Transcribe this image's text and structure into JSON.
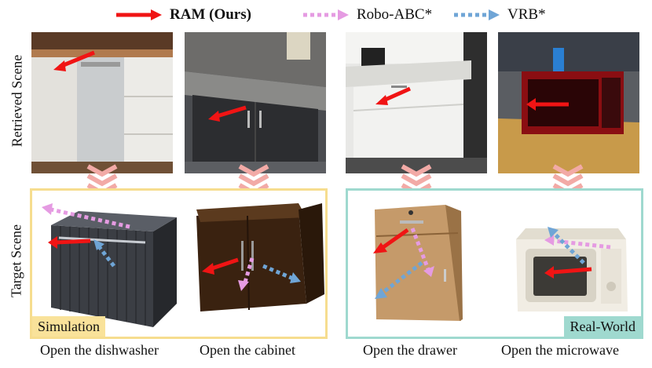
{
  "legend": {
    "ram_label": "RAM (Ours)",
    "robo_label": "Robo-ABC*",
    "vrb_label": "VRB*",
    "colors": {
      "ram": "#f01414",
      "robo": "#e59be2",
      "vrb": "#6fa5d6"
    }
  },
  "row_labels": {
    "retrieved": "Retrieved Scene",
    "target": "Target Scene"
  },
  "tags": {
    "simulation": "Simulation",
    "real_world": "Real-World"
  },
  "captions": [
    "Open the dishwasher",
    "Open the cabinet",
    "Open the drawer",
    "Open the microwave"
  ],
  "box_colors": {
    "simulation": "#f6dd8f",
    "real_world": "#9fd9cf",
    "chevron": "#f2aaa6"
  }
}
